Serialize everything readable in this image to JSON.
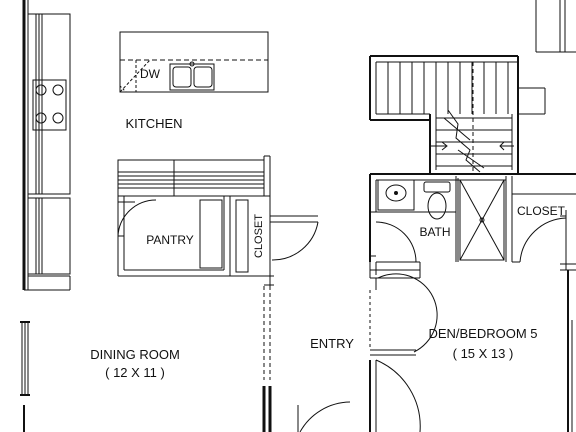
{
  "colors": {
    "line": "#111111",
    "background": "#ffffff",
    "fill_dark": "#222222"
  },
  "rooms": {
    "kitchen": "KITCHEN",
    "dishwasher": "DW",
    "pantry": "PANTRY",
    "closet_left": "CLOSET",
    "bath": "BATH",
    "closet_right": "CLOSET",
    "entry": "ENTRY",
    "dining": "DINING ROOM",
    "dining_size": "( 12 X 11 )",
    "den": "DEN/BEDROOM 5",
    "den_size": "( 15 X 13 )"
  },
  "icons": [
    "stair-arrow-icon",
    "toilet-icon",
    "sink-icon",
    "cooktop-burner-icon",
    "shower-icon"
  ]
}
